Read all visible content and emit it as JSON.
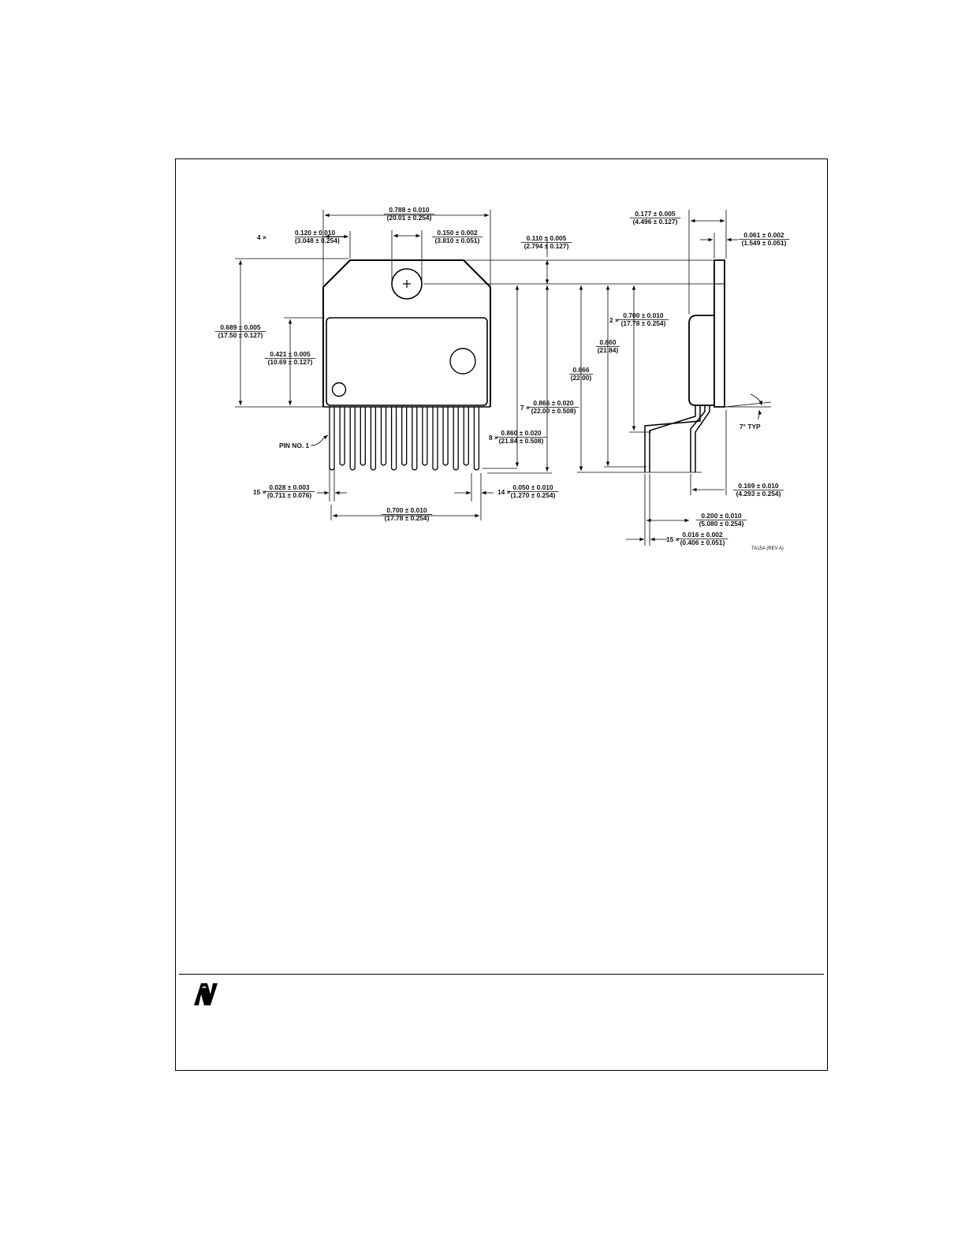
{
  "drawing": {
    "dimensions": [
      {
        "id": "overall-width",
        "mult": "",
        "value": "0.788 ± 0.010",
        "metric": "(20.01 ± 0.254)"
      },
      {
        "id": "tab-chamfer",
        "mult": "4 ×",
        "value": "0.120 ± 0.010",
        "metric": "(3.048 ± 0.254)"
      },
      {
        "id": "hole-diameter",
        "mult": "",
        "value": "0.150 ± 0.002",
        "metric": "(3.810 ± 0.051)"
      },
      {
        "id": "hole-offset",
        "mult": "",
        "value": "0.110 ± 0.005",
        "metric": "(2.794 ± 0.127)"
      },
      {
        "id": "body-height",
        "mult": "",
        "value": "0.689 ± 0.005",
        "metric": "(17.50 ± 0.127)"
      },
      {
        "id": "plastic-height",
        "mult": "",
        "value": "0.421 ± 0.005",
        "metric": "(10.69 ± 0.127)"
      },
      {
        "id": "lead-length-7",
        "mult": "7 ×",
        "value": "0.866 ± 0.020",
        "metric": "(22.00 ± 0.508)"
      },
      {
        "id": "lead-length-8",
        "mult": "8 ×",
        "value": "0.860 ± 0.020",
        "metric": "(21.84 ± 0.508)"
      },
      {
        "id": "lead-length-860",
        "mult": "",
        "value": "0.860",
        "metric": "(21.84)"
      },
      {
        "id": "lead-length-866",
        "mult": "",
        "value": "0.866",
        "metric": "(22.00)"
      },
      {
        "id": "lead-width",
        "mult": "15 ×",
        "value": "0.028 ± 0.003",
        "metric": "(0.711 ± 0.076)"
      },
      {
        "id": "lead-pitch",
        "mult": "14 ×",
        "value": "0.050 ± 0.010",
        "metric": "(1.270 ± 0.254)"
      },
      {
        "id": "lead-span",
        "mult": "",
        "value": "0.700 ± 0.010",
        "metric": "(17.78 ± 0.254)"
      },
      {
        "id": "body-thickness",
        "mult": "",
        "value": "0.177 ± 0.005",
        "metric": "(4.496 ± 0.127)"
      },
      {
        "id": "tab-thickness",
        "mult": "",
        "value": "0.061 ± 0.002",
        "metric": "(1.549 ± 0.051)"
      },
      {
        "id": "side-lead-length",
        "mult": "2 ×",
        "value": "0.700 ± 0.010",
        "metric": "(17.78 ± 0.254)"
      },
      {
        "id": "lead-bend-offset",
        "mult": "",
        "value": "0.169 ± 0.010",
        "metric": "(4.293 ± 0.254)"
      },
      {
        "id": "lead-row-spacing",
        "mult": "",
        "value": "0.200 ± 0.010",
        "metric": "(5.080 ± 0.254)"
      },
      {
        "id": "lead-thickness",
        "mult": "15 ×",
        "value": "0.016 ± 0.002",
        "metric": "(0.406 ± 0.051)"
      }
    ],
    "pin_label": "PIN NO. 1",
    "angle_label": "7° TYP",
    "drawing_id": "TA15A (REV A)"
  }
}
